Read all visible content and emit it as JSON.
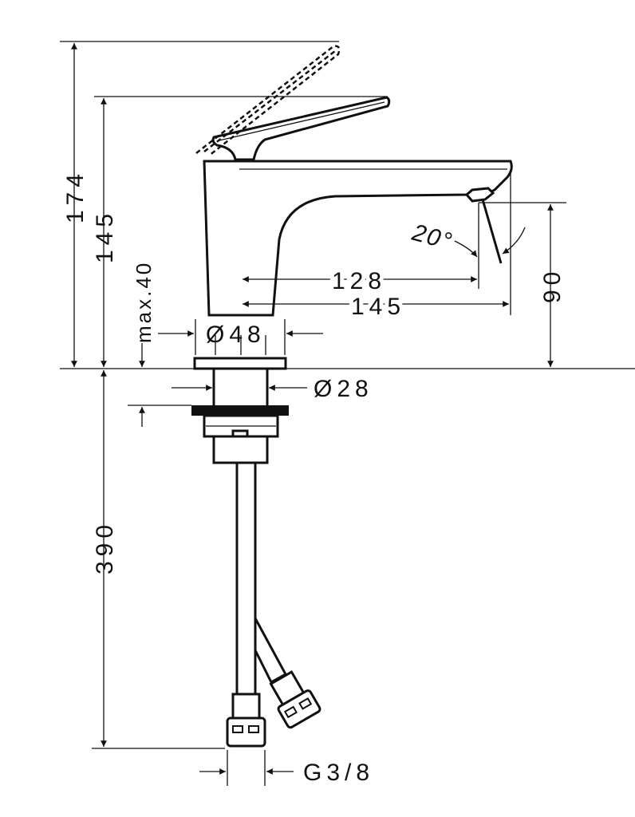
{
  "title": "Basin mixer dimension drawing",
  "dimensions": {
    "total_height": "174",
    "spout_height": "145",
    "max_thickness": "max.40",
    "spout_reach_128": "128",
    "spout_reach_145": "145",
    "outlet_height": "90",
    "angle": "20°",
    "base_diameter": "Ø48",
    "waste_diameter": "Ø28",
    "hose_length": "390",
    "connection_thread": "G3/8"
  },
  "colors": {
    "line": "#111111",
    "background": "#ffffff"
  }
}
